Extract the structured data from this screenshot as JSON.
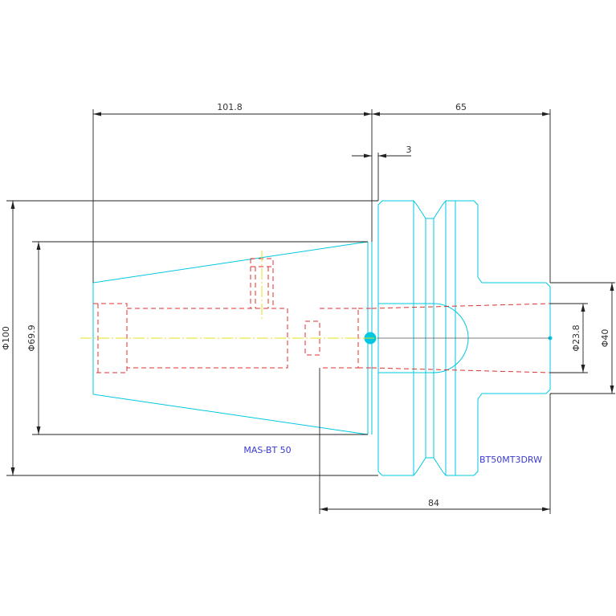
{
  "colors": {
    "outline": "#00c8e0",
    "hidden": "#e03030",
    "center": "#e0e020",
    "dimension": "#222222",
    "label": "#3a3ad0"
  },
  "dimensions": {
    "taper_length": "101.8",
    "shank_length": "65",
    "flange_offset": "3",
    "overall_bore": "84",
    "dia_100": "Φ100",
    "dia_69_9": "Φ69.9",
    "dia_23_8": "Φ23.8",
    "dia_40": "Φ40"
  },
  "labels": {
    "taper_name": "MAS-BT 50",
    "part_number": "BT50MT3DRW"
  }
}
